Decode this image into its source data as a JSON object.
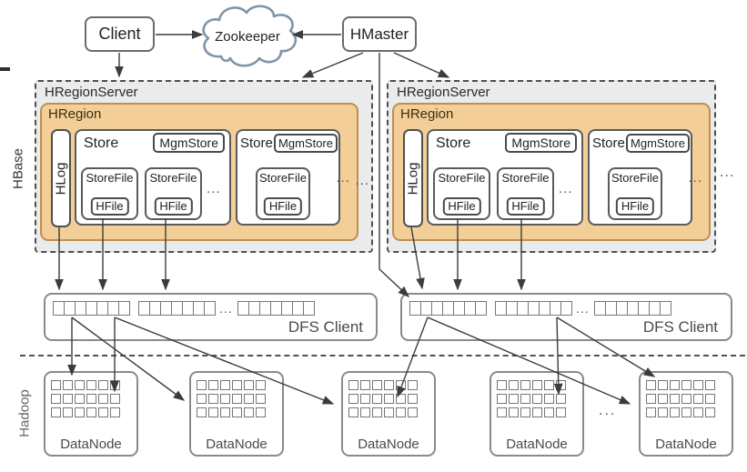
{
  "top": {
    "client": "Client",
    "zookeeper": "Zookeeper",
    "hmaster": "HMaster"
  },
  "side_labels": {
    "hbase": "HBase",
    "hadoop": "Hadoop"
  },
  "region_servers": [
    {
      "title": "HRegionServer",
      "margin_ellipsis": "...",
      "region": {
        "title": "HRegion",
        "hlog_label": "HLog",
        "ellipsis": "...",
        "store_large": {
          "title": "Store",
          "mgmstore": "MgmStore",
          "ellipsis": "...",
          "storefiles": [
            {
              "label": "StoreFile",
              "hfile": "HFile"
            },
            {
              "label": "StoreFile",
              "hfile": "HFile"
            }
          ]
        },
        "store_small": {
          "title": "Store",
          "mgmstore": "MgmStore",
          "storefiles": [
            {
              "label": "StoreFile",
              "hfile": "HFile"
            }
          ]
        }
      }
    },
    {
      "title": "HRegionServer",
      "margin_ellipsis": "...",
      "region": {
        "title": "HRegion",
        "hlog_label": "HLog",
        "ellipsis": "...",
        "store_large": {
          "title": "Store",
          "mgmstore": "MgmStore",
          "ellipsis": "...",
          "storefiles": [
            {
              "label": "StoreFile",
              "hfile": "HFile"
            },
            {
              "label": "StoreFile",
              "hfile": "HFile"
            }
          ]
        },
        "store_small": {
          "title": "Store",
          "mgmstore": "MgmStore",
          "storefiles": [
            {
              "label": "StoreFile",
              "hfile": "HFile"
            }
          ]
        }
      }
    }
  ],
  "dfs_clients": [
    {
      "label": "DFS Client",
      "ellipsis": "...",
      "group_sizes": [
        7,
        7,
        7
      ]
    },
    {
      "label": "DFS Client",
      "ellipsis": "...",
      "group_sizes": [
        7,
        7,
        7
      ]
    }
  ],
  "datanodes": [
    {
      "label": "DataNode",
      "rows": 3,
      "cols_per_row": 6
    },
    {
      "label": "DataNode",
      "rows": 3,
      "cols_per_row": 6
    },
    {
      "label": "DataNode",
      "rows": 3,
      "cols_per_row": 6
    },
    {
      "label": "DataNode",
      "rows": 3,
      "cols_per_row": 6
    },
    {
      "label": "DataNode",
      "rows": 3,
      "cols_per_row": 6
    }
  ],
  "ellipses": {
    "between_datanodes": "...",
    "right_of_servers": "..."
  },
  "colors": {
    "hregion_fill": "#f3cf97",
    "hregion_border": "#c08f4a",
    "server_fill": "#e9ebed",
    "cloud_stroke": "#7e95ab",
    "arrow": "#3c3c3c"
  }
}
